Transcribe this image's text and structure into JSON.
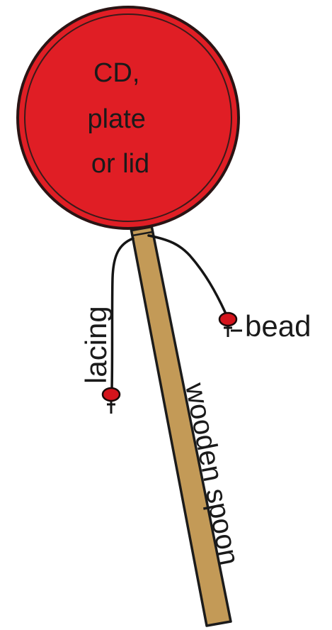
{
  "disc": {
    "label_lines": [
      "CD,",
      "plate",
      "or lid"
    ],
    "fill_color": "#e01e25",
    "outline_color": "#2a1414"
  },
  "labels": {
    "lacing": "lacing",
    "bead": "bead",
    "wooden_spoon": "wooden spoon"
  },
  "colors": {
    "spoon_handle": "#c39a57",
    "bead": "#d4141c",
    "lacing": "#151515"
  }
}
